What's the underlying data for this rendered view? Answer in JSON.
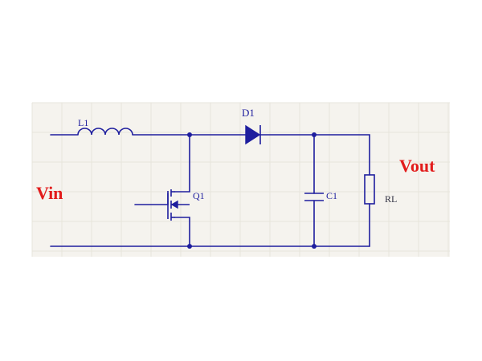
{
  "labels": {
    "input": "Vin",
    "output": "Vout"
  },
  "components": {
    "inductor": "L1",
    "diode": "D1",
    "mosfet": "Q1",
    "capacitor": "C1",
    "resistor": "RL"
  },
  "colors": {
    "wire": "#1e1e9e",
    "port_label": "#e21b1b",
    "grid_background": "#f5f3ee"
  }
}
